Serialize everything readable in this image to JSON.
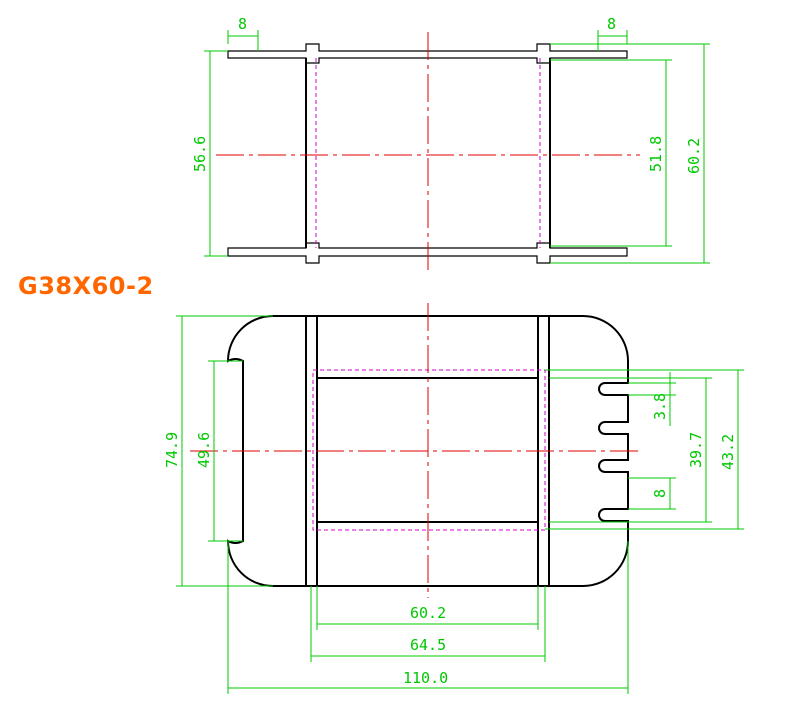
{
  "part_label": "G38X60-2",
  "colors": {
    "outline": "#000000",
    "hidden_line": "#d400d4",
    "center_line": "#e00000",
    "dimension": "#00c800",
    "label": "#ff6600"
  },
  "dimensions": {
    "flange_left_width": "8",
    "flange_right_width": "8",
    "top_height_left": "56.6",
    "top_inner_height": "51.8",
    "top_overall_height": "60.2",
    "front_total_height": "74.9",
    "front_slot_height": "49.6",
    "pin_width": "3.8",
    "pin_span": "39.7",
    "pin_total_span": "43.2",
    "pin_pitch": "8",
    "inner_width": "60.2",
    "outer_width": "64.5",
    "total_width": "110.0"
  }
}
